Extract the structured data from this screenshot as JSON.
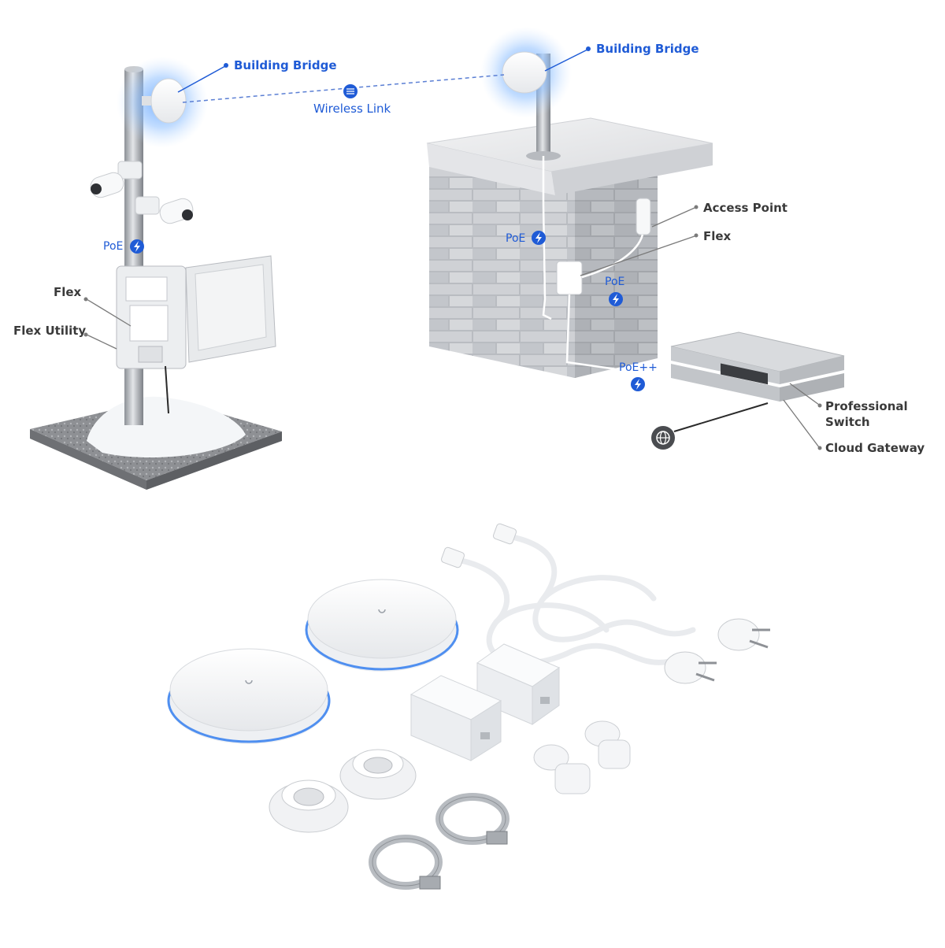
{
  "labels": {
    "bridge_left": "Building Bridge",
    "bridge_right": "Building Bridge",
    "wireless_link": "Wireless Link",
    "poe_pole": "PoE",
    "flex_pole": "Flex",
    "flex_utility": "Flex Utility",
    "access_point": "Access Point",
    "flex_building": "Flex",
    "poe_wall_left": "PoE",
    "poe_wall_right": "PoE",
    "poe_plus_plus": "PoE++",
    "professional_switch": "Professional\nSwitch",
    "cloud_gateway": "Cloud Gateway"
  },
  "colors": {
    "accent_blue": "#1f5bd6",
    "glow_blue": "#5aa0ff",
    "label_gray": "#333333",
    "leader_gray": "#777777"
  },
  "icons": {
    "bolt": "lightning-bolt-icon",
    "wifi": "wireless-link-icon",
    "globe": "globe-icon"
  }
}
